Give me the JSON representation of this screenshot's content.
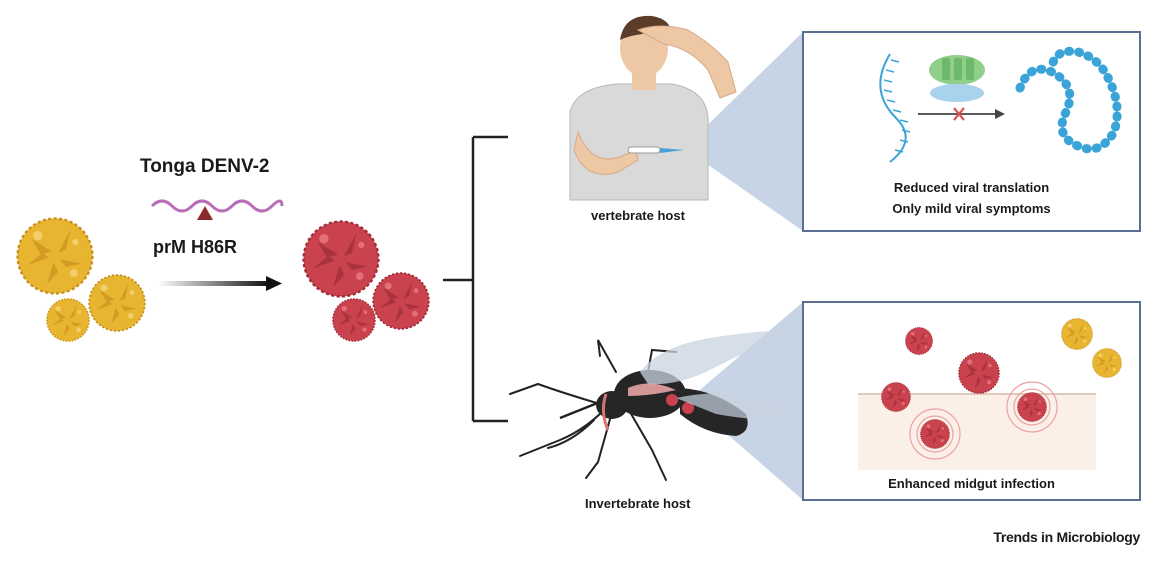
{
  "figure": {
    "strain_label": "Tonga DENV-2",
    "mutation_label": "prM H86R",
    "vertebrate_label": "vertebrate host",
    "invertebrate_label": "Invertebrate host",
    "top_panel": {
      "line1": "Reduced viral translation",
      "line2": "Only mild viral symptoms"
    },
    "bottom_panel": {
      "caption": "Enhanced midgut infection"
    },
    "journal": "Trends in Microbiology"
  },
  "colors": {
    "wildtype_virus": "#e8b531",
    "mutant_virus": "#c9424e",
    "rna_strand": "#b86db8",
    "mutation_marker": "#8a2a2a",
    "panel_border": "#5b6f95",
    "zoom_wedge": "#b8c9de",
    "protein_chain": "#3aa4d8",
    "ribosome": "#8fcf8a",
    "block_mark": "#e05252"
  },
  "icons": {
    "wildtype_virions": "yellow-virion-icon",
    "mutant_virions": "red-virion-icon",
    "human": "feverish-person-icon",
    "mosquito": "mosquito-icon",
    "ribosome": "ribosome-icon"
  }
}
